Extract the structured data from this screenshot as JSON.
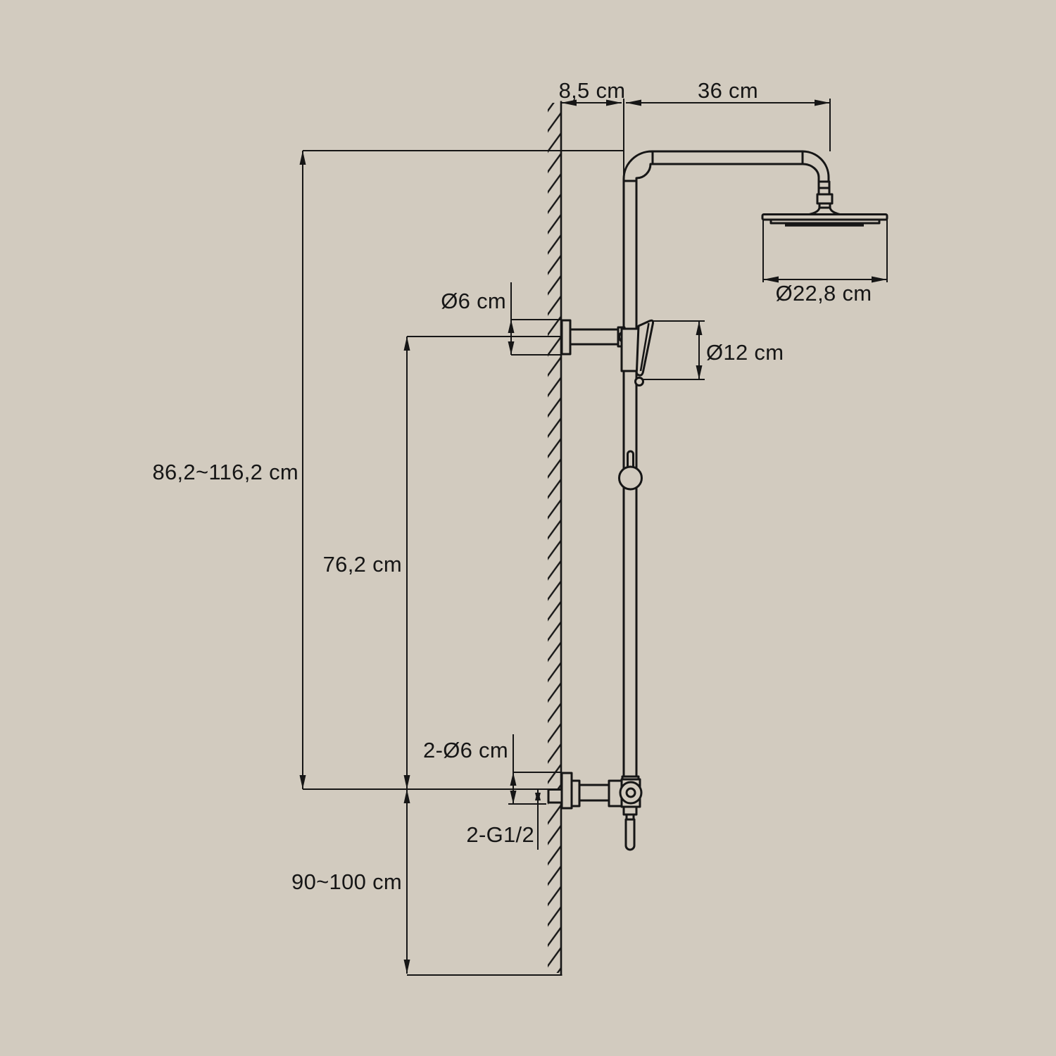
{
  "colors": {
    "background": "#d2cbbf",
    "line": "#161616"
  },
  "diagram": {
    "labels": {
      "wall_offset": "8,5 cm",
      "arm_length": "36 cm",
      "head_diameter": "Ø22,8 cm",
      "upper_bracket_diameter": "Ø6 cm",
      "holder_diameter": "Ø12 cm",
      "riser_height_range": "86,2~116,2 cm",
      "bracket_spacing": "76,2 cm",
      "valve_escutcheons": "2-Ø6 cm",
      "thread_connections": "2-G1/2",
      "valve_floor_height": "90~100 cm"
    }
  }
}
